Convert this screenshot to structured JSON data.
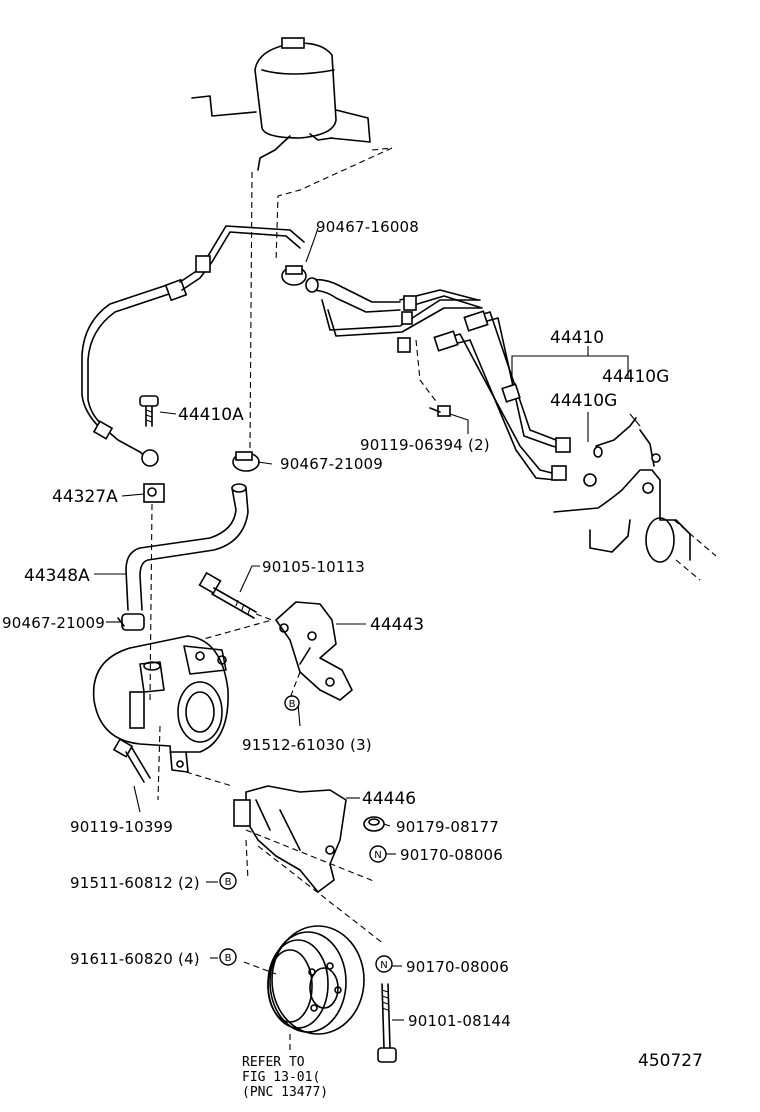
{
  "labels": {
    "p90467_16008": "90467-16008",
    "p44410": "44410",
    "p44410G_a": "44410G",
    "p44410G_b": "44410G",
    "p44410A": "44410A",
    "p90119_06394": "90119-06394 (2)",
    "p90467_21009_top": "90467-21009",
    "p44327A": "44327A",
    "p44348A": "44348A",
    "p90105_10113": "90105-10113",
    "p90467_21009_left": "90467-21009",
    "p44443": "44443",
    "p91512_61030": "91512-61030 (3)",
    "p90119_10399": "90119-10399",
    "p44446": "44446",
    "p90179_08177": "90179-08177",
    "p90170_08006_a": "90170-08006",
    "p91511_60812": "91511-60812 (2)",
    "p91611_60820": "91611-60820 (4)",
    "p90170_08006_b": "90170-08006",
    "p90101_08144": "90101-08144"
  },
  "markers": {
    "b": "B",
    "n": "N"
  },
  "refer_note": {
    "line1": "REFER TO",
    "line2": "FIG 13-01(",
    "line3": "(PNC 13477)"
  },
  "diagram_id": "450727"
}
